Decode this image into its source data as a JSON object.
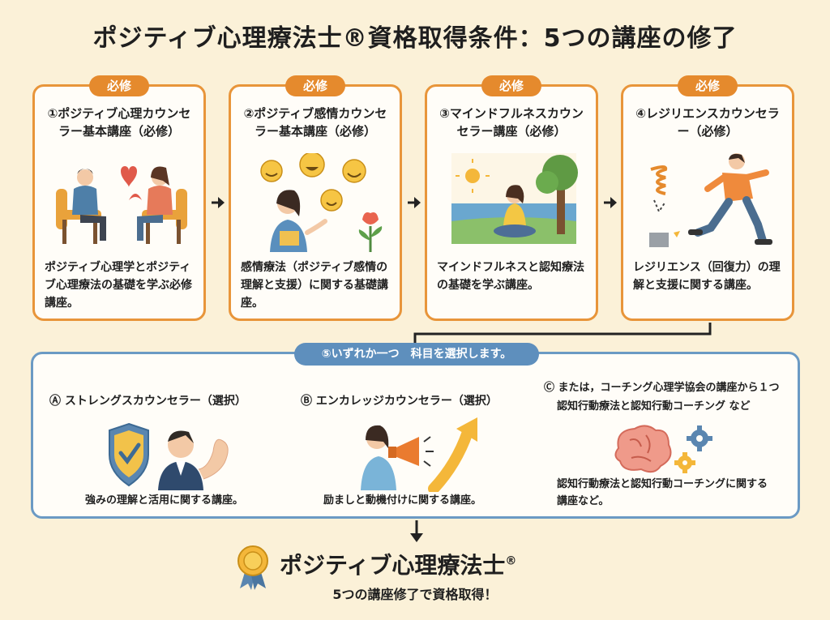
{
  "title": "ポジティブ心理療法士®資格取得条件：5つの講座の修了",
  "required_label": "必修",
  "courses": [
    {
      "title": "①ポジティブ心理カウンセラー基本講座（必修）",
      "desc": "ポジティブ心理学とポジティブ心理療法の基礎を学ぶ必修講座。"
    },
    {
      "title": "②ポジティブ感情カウンセラー基本講座（必修）",
      "desc": "感情療法（ポジティブ感情の理解と支援）に関する基礎講座。"
    },
    {
      "title": "③マインドフルネスカウンセラー講座（必修）",
      "desc": "マインドフルネスと認知療法の基礎を学ぶ講座。"
    },
    {
      "title": "④レジリエンスカウンセラー（必修）",
      "desc": "レジリエンス（回復力）の理解と支援に関する講座。"
    }
  ],
  "elective": {
    "label": "⑤いずれか一つ　科目を選択します。",
    "options": [
      {
        "title": "Ⓐ ストレングスカウンセラー（選択）",
        "desc": "強みの理解と活用に関する講座。"
      },
      {
        "title": "Ⓑ エンカレッジカウンセラー（選択）",
        "desc": "励ましと動機付けに関する講座。"
      },
      {
        "title_line1": "Ⓒ または，コーチング心理学協会の講座から１つ",
        "title_line2": "認知行動療法と認知行動コーチング など",
        "desc": "認知行動療法と認知行動コーチングに関する講座など。"
      }
    ]
  },
  "result": {
    "title": "ポジティブ心理療法士",
    "mark": "®",
    "subtitle": "5つの講座修了で資格取得！"
  },
  "colors": {
    "accent_orange": "#e58a2d",
    "accent_blue": "#5e8fbd",
    "background": "#fbf1d8"
  }
}
